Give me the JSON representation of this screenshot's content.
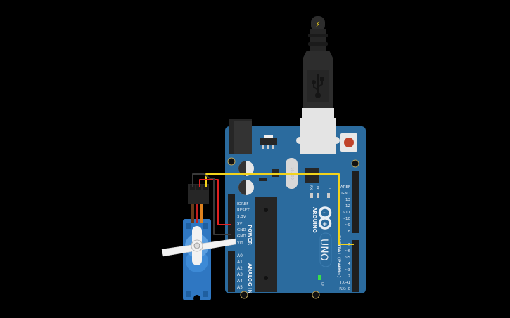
{
  "colors": {
    "background": "#000000",
    "board": "#2b6b9e",
    "board_edge": "#245d8a",
    "header": "#1f1f1f",
    "wire_signal": "#f2d31b",
    "wire_power": "#e02020",
    "wire_ground": "#2a2a2a",
    "servo_body": "#2f77c2",
    "servo_dark": "#1f5fa0",
    "servo_horn": "#f2f2f2",
    "usb_plug": "#2d2d2d",
    "usb_port": "#e4e4e4",
    "reset_button": "#c0432a",
    "on_led": "#39e04a"
  },
  "board": {
    "brand": "ARDUINO",
    "model": "UNO",
    "crystal": "16.000",
    "power_label": "POWER",
    "analog_label": "ANALOG IN",
    "digital_label": "DIGITAL (PWM~)",
    "on_label": "ON",
    "led_labels": [
      "RX",
      "TX",
      "L"
    ],
    "power_pins": [
      "IOREF",
      "RESET",
      "3.3V",
      "5V",
      "GND",
      "GND",
      "Vin"
    ],
    "analog_pins": [
      "A0",
      "A1",
      "A2",
      "A3",
      "A4",
      "A5"
    ],
    "digital_top": [
      "AREF",
      "GND",
      "13",
      "12",
      "~11",
      "~10",
      "~9",
      "8"
    ],
    "digital_bottom": [
      "7",
      "~6",
      "~5",
      "4",
      "~3",
      "2",
      "TX→1",
      "RX←0"
    ]
  },
  "usb_cable": {
    "icon": "usb-icon",
    "tip_icon": "lightning-icon"
  },
  "servo": {
    "wires": [
      "ground",
      "power",
      "signal"
    ]
  },
  "connections": [
    {
      "from": "servo.signal",
      "to": "digital.7",
      "color": "yellow"
    },
    {
      "from": "servo.power",
      "to": "power.5V",
      "color": "red"
    },
    {
      "from": "servo.ground",
      "to": "power.GND",
      "color": "black"
    }
  ]
}
